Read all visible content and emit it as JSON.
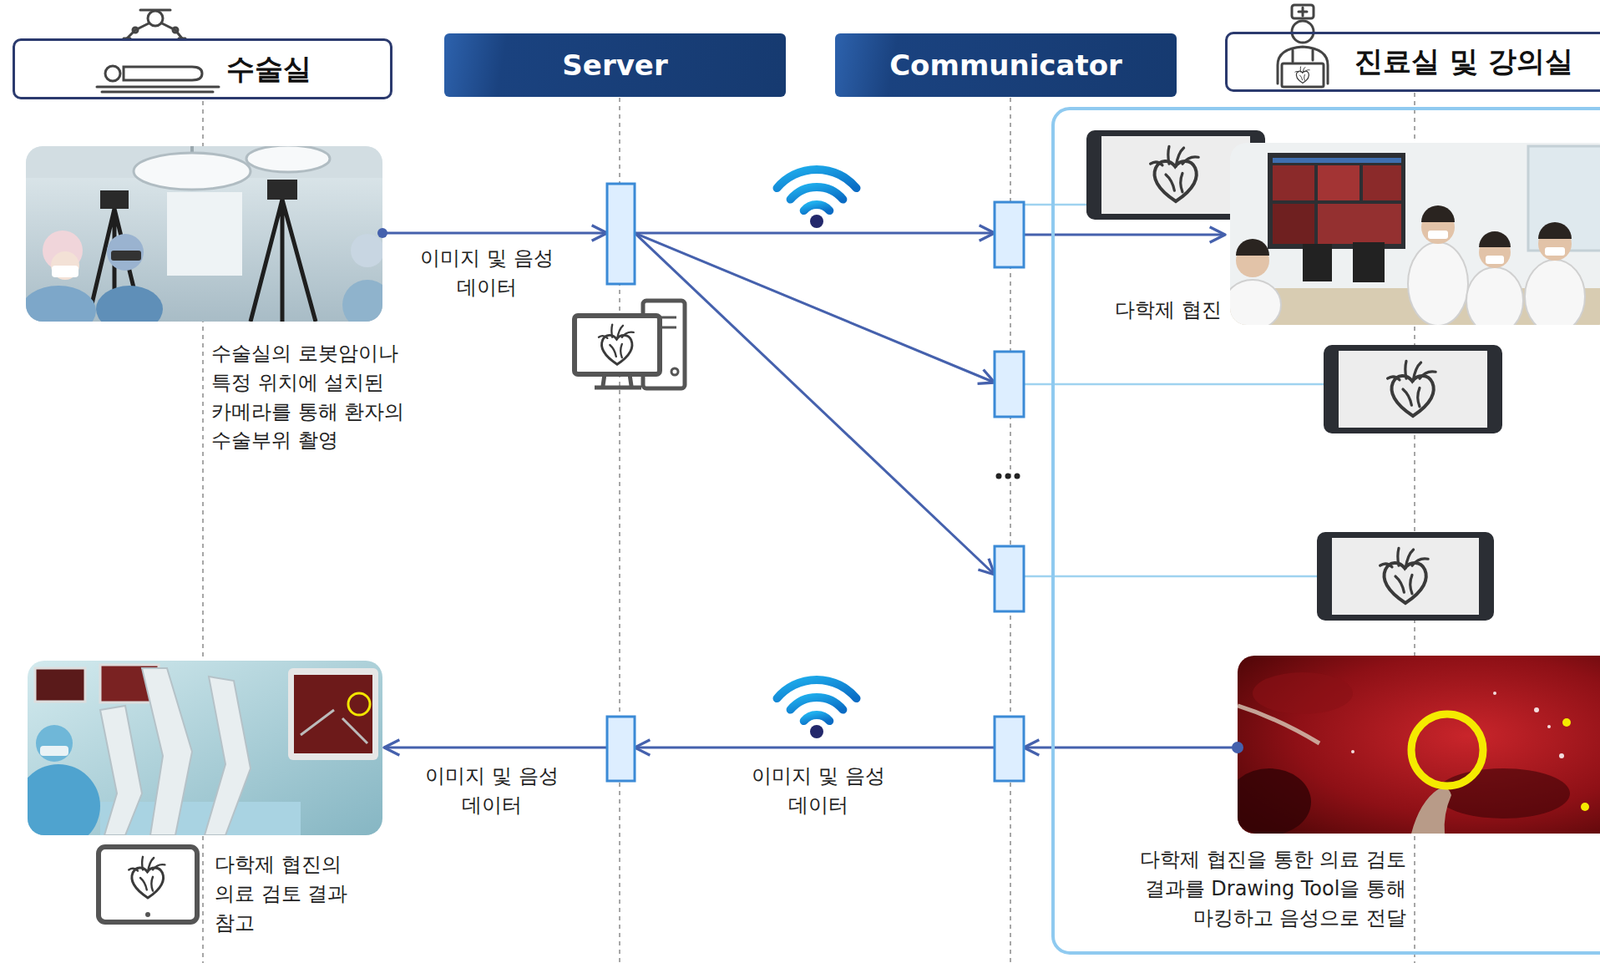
{
  "diagram": {
    "nodes": [
      {
        "text": [
          "수술실"
        ]
      },
      {
        "text": [
          "Server"
        ]
      },
      {
        "text": [
          "Communicator"
        ]
      },
      {
        "text": [
          "진료실 및 강의실"
        ]
      },
      {
        "text": [
          "다학제 협진",
          "다학제 협진을 통한 의료 검토 결과를 Drawing Tool을 통해 마킹하고 음성으로 전달"
        ]
      }
    ],
    "labels": [
      "수술실의 로봇암이나 특정 위치에 설치된 카메라를 통해 환자의 수술부위 촬영",
      "이미지 및 음성 데이터",
      "이미지 및 음성 데이터",
      "이미지 및 음성 데이터",
      "다학제 협진의 의료 검토 결과 참고"
    ]
  }
}
